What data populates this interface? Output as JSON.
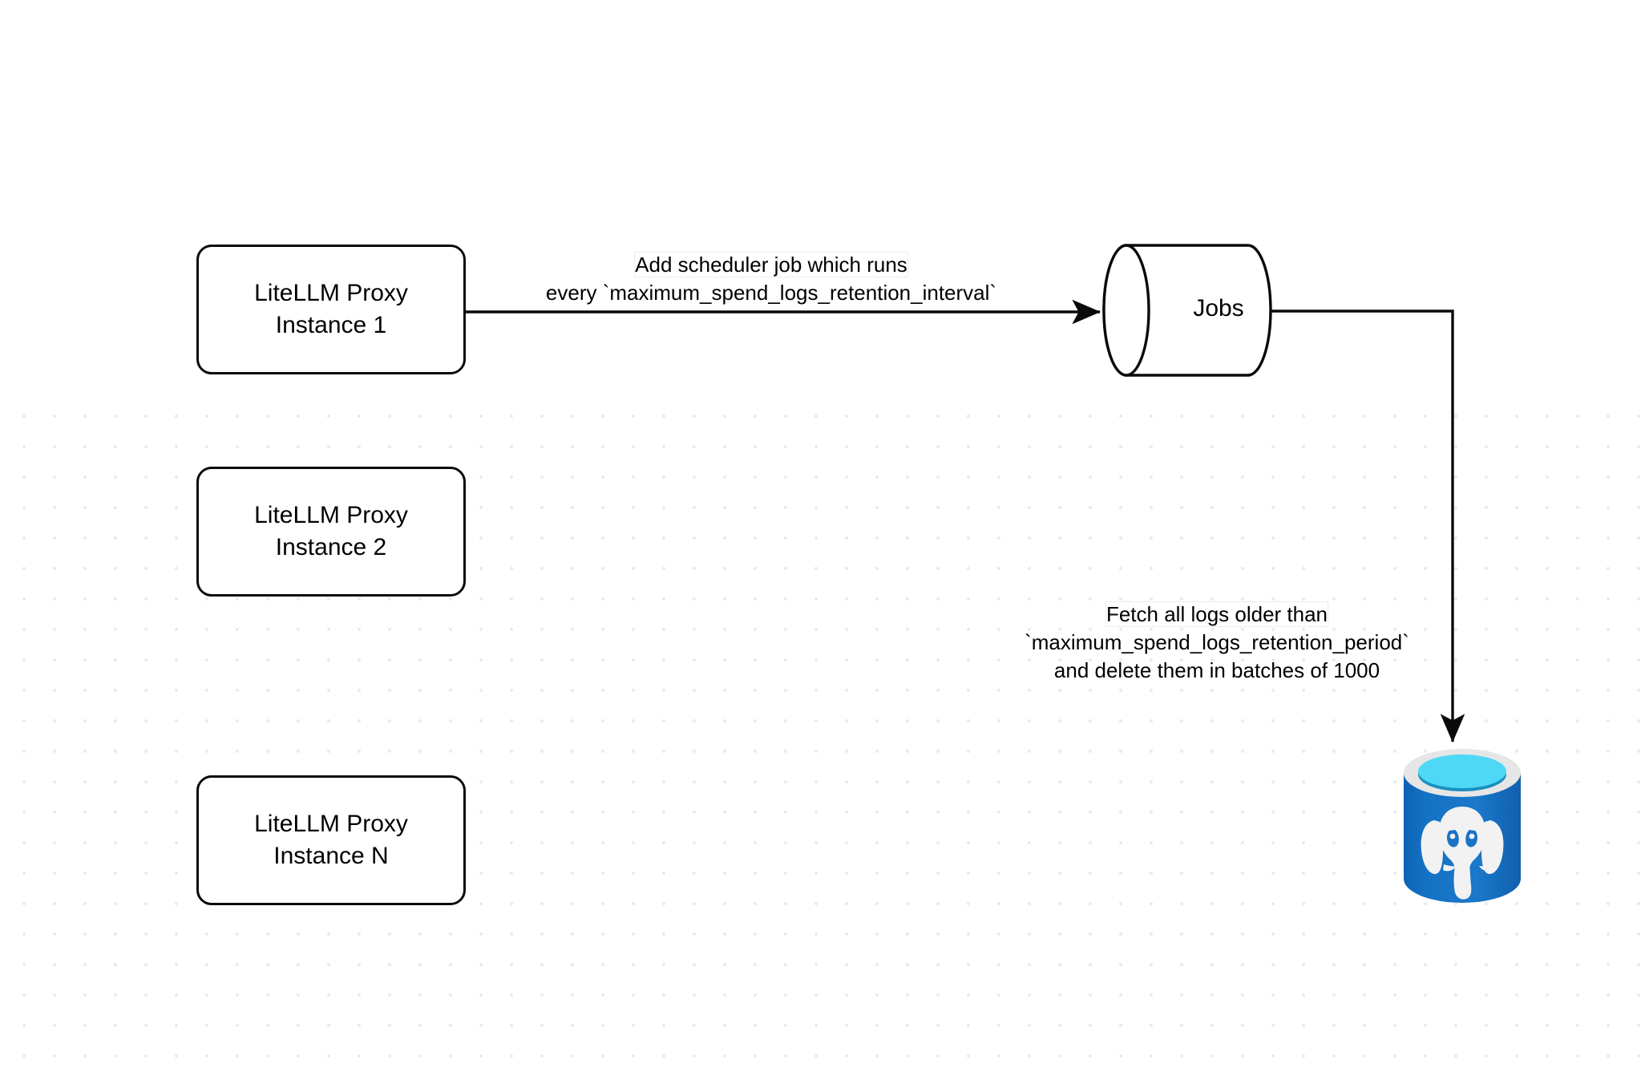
{
  "diagram": {
    "title": "LiteLLM spend logs retention scheduler flow",
    "background": "#ffffff",
    "grid_dot_color": "#eaeaea",
    "stroke_color": "#0a0a0a"
  },
  "nodes": {
    "proxy_instances": [
      {
        "id": "instance-1",
        "line1": "LiteLLM Proxy",
        "line2": "Instance 1"
      },
      {
        "id": "instance-2",
        "line1": "LiteLLM Proxy",
        "line2": "Instance 2"
      },
      {
        "id": "instance-n",
        "line1": "LiteLLM Proxy",
        "line2": "Instance N"
      }
    ],
    "jobs": {
      "label": "Jobs",
      "shape": "cylinder"
    },
    "database": {
      "label": "postgresql-database-icon",
      "shape": "database-cylinder",
      "colors": {
        "body": "#1b72c4",
        "body_dark": "#0f63b4",
        "rim": "#e6e6e6",
        "top_surface": "#4fd8f5",
        "inner_wall": "#1a8fc1",
        "elephant": "#f2f2f2"
      }
    }
  },
  "edges": [
    {
      "id": "edge-proxy-to-jobs",
      "from": "instance-1",
      "to": "jobs",
      "arrow": "triangle",
      "label_lines": [
        "Add scheduler job which runs",
        "every `maximum_spend_logs_retention_interval`"
      ]
    },
    {
      "id": "edge-jobs-to-database",
      "from": "jobs",
      "to": "database",
      "arrow": "triangle",
      "label_lines": [
        "Fetch all logs older than",
        "`maximum_spend_logs_retention_period`",
        "and delete them in batches of 1000"
      ]
    }
  ],
  "labels": {
    "scheduler_line1": "Add scheduler job which runs",
    "scheduler_line2": "every `maximum_spend_logs_retention_interval`",
    "fetch_line1": "Fetch all logs older than",
    "fetch_line2": "`maximum_spend_logs_retention_period`",
    "fetch_line3": "and delete them in batches of 1000"
  }
}
